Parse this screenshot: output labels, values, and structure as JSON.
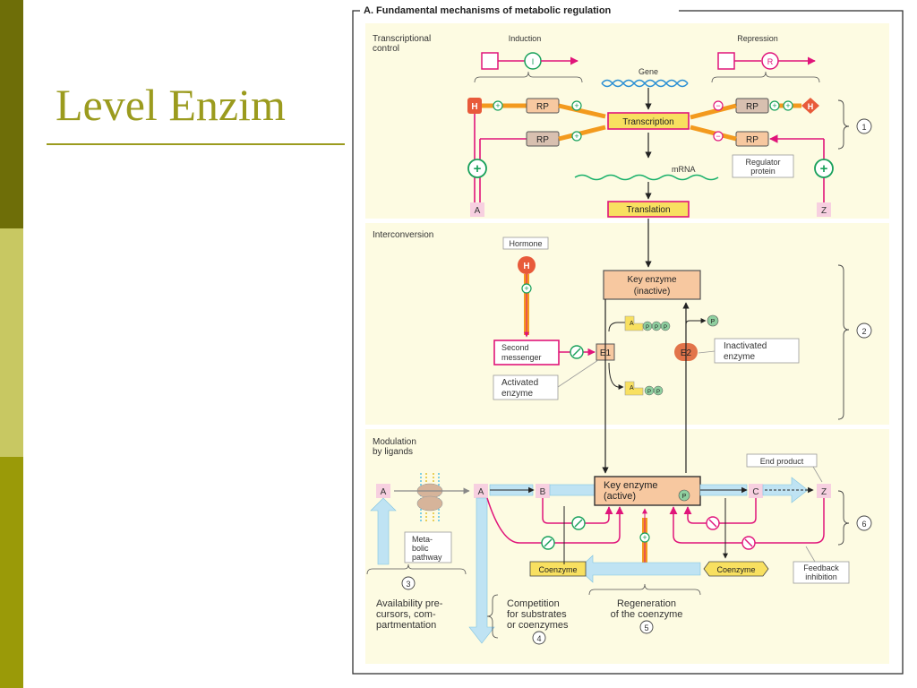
{
  "slide": {
    "title": "Level Enzim"
  },
  "figure": {
    "title": "A. Fundamental mechanisms of metabolic regulation",
    "sections": {
      "transcriptional": {
        "label": [
          "Transcriptional",
          "control"
        ],
        "induction": "Induction",
        "repression": "Repression",
        "gene": "Gene",
        "transcription": "Transcription",
        "mrna": "mRNA",
        "translation": "Translation",
        "rp": "RP",
        "h": "H",
        "a": "A",
        "z": "Z",
        "i_symbol": "I",
        "r_symbol": "R",
        "regulator_protein": [
          "Regulator",
          "protein"
        ],
        "number": "1"
      },
      "interconversion": {
        "label": "Interconversion",
        "hormone": "Hormone",
        "h": "H",
        "key_enzyme_inactive": [
          "Key enzyme",
          "(inactive)"
        ],
        "second_messenger": [
          "Second",
          "messenger"
        ],
        "e1": "E1",
        "e2": "E2",
        "activated_enzyme": [
          "Activated",
          "enzyme"
        ],
        "inactivated_enzyme": [
          "Inactivated",
          "enzyme"
        ],
        "p": "P",
        "a": "A",
        "number": "2"
      },
      "modulation": {
        "label": [
          "Modulation",
          "by ligands"
        ],
        "a": "A",
        "b": "B",
        "c": "C",
        "z": "Z",
        "key_enzyme_active": [
          "Key enzyme",
          "(active)"
        ],
        "p": "P",
        "end_product": "End product",
        "metabolic_pathway": [
          "Meta-",
          "bolic",
          "pathway"
        ],
        "coenzyme": "Coenzyme",
        "feedback_inhibition": [
          "Feedback",
          "inhibition"
        ],
        "availability": [
          "Availability pre-",
          "cursors, com-",
          "partmentation"
        ],
        "competition": [
          "Competition",
          "for substrates",
          "or coenzymes"
        ],
        "regeneration": [
          "Regeneration",
          "of the coenzyme"
        ],
        "n3": "3",
        "n4": "4",
        "n5": "5",
        "n6": "6"
      }
    },
    "colors": {
      "magenta": "#e0147a",
      "green": "#18a05a",
      "orange": "#f39a1e",
      "yellow": "#f8e060",
      "salmon": "#f7c8a0",
      "panel": "#fdfbe2",
      "lightblue": "#bfe3f3"
    }
  }
}
